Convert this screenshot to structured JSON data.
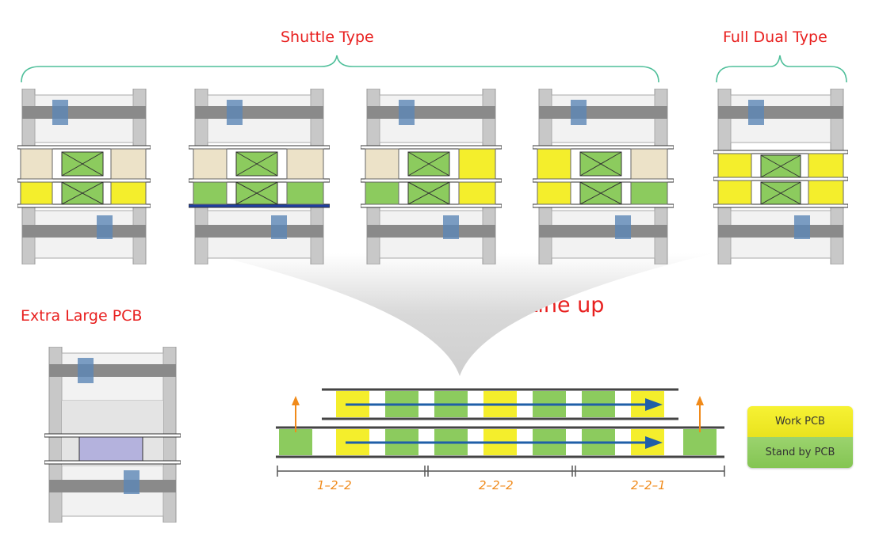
{
  "labels": {
    "shuttle_type": "Shuttle Type",
    "full_dual_type": "Full Dual Type",
    "extra_large_pcb": "Extra Large PCB",
    "full_dual_line_up": "Full Dual Line up"
  },
  "legend": {
    "work_pcb": "Work PCB",
    "stand_by_pcb": "Stand by PCB"
  },
  "segments": [
    "1–2–2",
    "2–2–2",
    "2–2–1"
  ],
  "colors": {
    "label_red": "#e8201f",
    "bracket_teal": "#4fbf9a",
    "work_yellow": "#f4ee2c",
    "standby_green": "#8ccb5e",
    "flow_blue": "#1f5fa8",
    "lift_orange": "#f08a1a",
    "large_pcb_purple": "#b4b2dd"
  }
}
